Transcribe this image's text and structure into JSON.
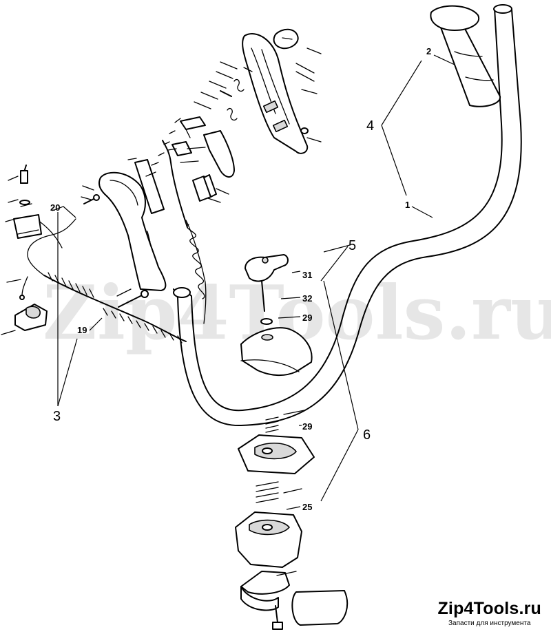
{
  "watermark": "Zip4Tools.ru",
  "brand": {
    "name": "Zip4Tools.ru",
    "tagline": "Запасти для инструмента"
  },
  "callouts": {
    "part_1": "1",
    "part_2": "2",
    "part_19": "19",
    "part_20": "20",
    "part_25": "25",
    "part_29_top": "29",
    "part_29_bottom": "29",
    "part_31": "31",
    "part_32": "32"
  },
  "groups": {
    "group_3": "3",
    "group_4": "4",
    "group_5": "5",
    "group_6": "6"
  }
}
